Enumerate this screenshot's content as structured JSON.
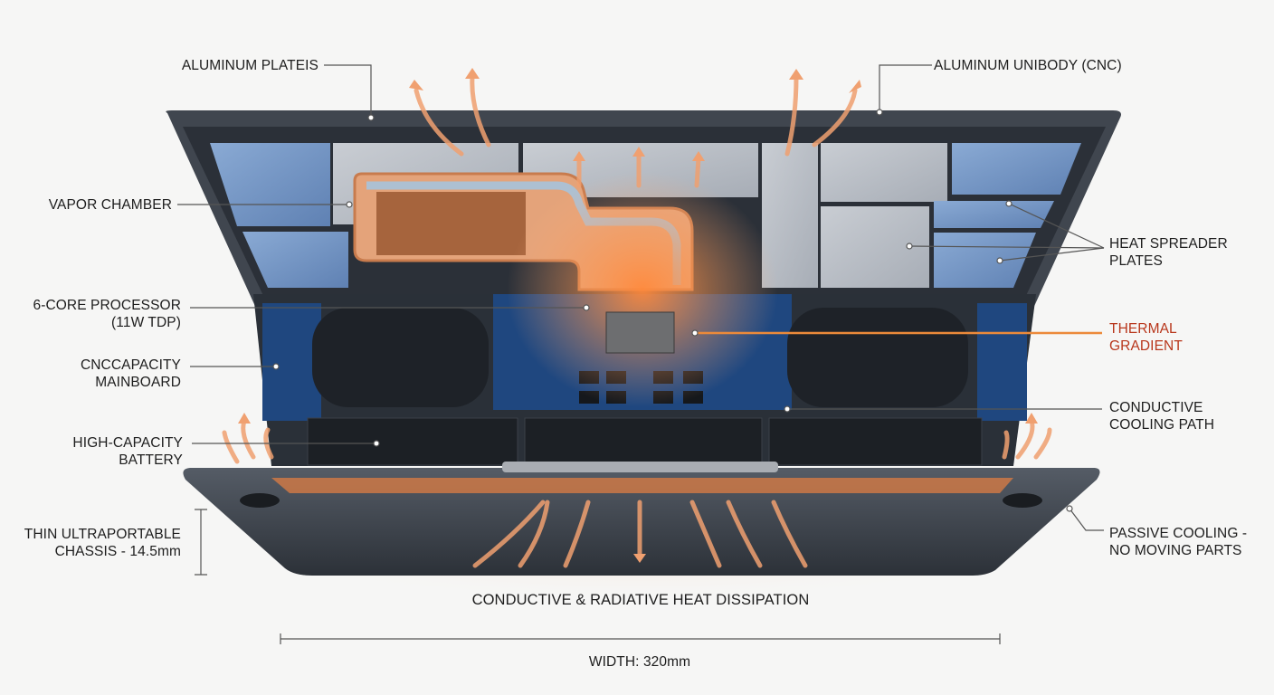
{
  "labels": {
    "aluminum_plates": "ALUMINUM PLATEIS",
    "aluminum_unibody": "ALUMINUM UNIBODY (CNC)",
    "vapor_chamber": "VAPOR CHAMBER",
    "heat_spreader_1": "HEAT SPREADER",
    "heat_spreader_2": "PLATES",
    "processor_1": "6-CORE PROCESSOR",
    "processor_2": "(11W TDP)",
    "thermal_1": "THERMAL",
    "thermal_2": "GRADIENT",
    "mainboard_1": "CNCCAPACITY",
    "mainboard_2": "MAINBOARD",
    "conductive_1": "CONDUCTIVE",
    "conductive_2": "COOLING PATH",
    "battery_1": "HIGH-CAPACITY",
    "battery_2": "BATTERY",
    "chassis_1": "THIN ULTRAPORTABLE",
    "chassis_2": "CHASSIS - 14.5mm",
    "passive_1": "PASSIVE COOLING -",
    "passive_2": "NO MOVING PARTS",
    "dissipation": "CONDUCTIVE & RADIATIVE HEAT DISSIPATION",
    "width": "WIDTH: 320mm"
  },
  "colors": {
    "heat": "#f07a3a",
    "thermal_label": "#b8361b",
    "board": "#1d3f73",
    "chassis": "#3c424b",
    "plate": "#7d9fcb"
  }
}
